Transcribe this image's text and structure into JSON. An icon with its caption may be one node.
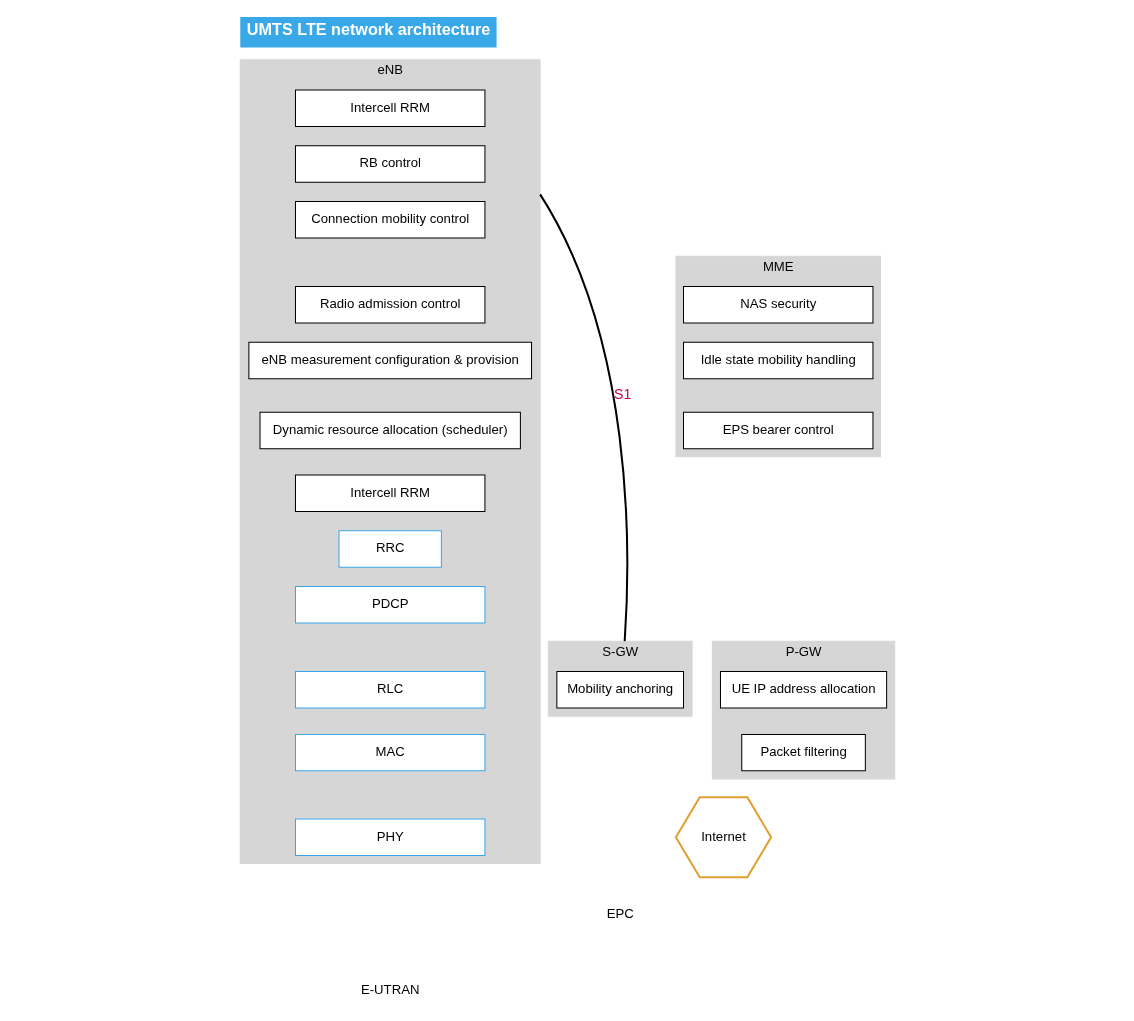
{
  "diagram": {
    "title": "UMTS LTE network architecture",
    "nodes": [
      {
        "text": [
          "eNB"
        ]
      },
      {
        "text": [
          "Intercell RRM"
        ],
        "in": 0
      },
      {
        "text": [
          "RB control"
        ],
        "in": 0
      },
      {
        "text": [
          "Connection mobility control"
        ],
        "in": 0
      },
      {
        "text": [
          "Radio admission control"
        ],
        "in": 0
      },
      {
        "text": [
          "eNB measurement configuration & provision"
        ],
        "in": 0
      },
      {
        "text": [
          "Dynamic resource allocation (scheduler)"
        ],
        "in": 0
      },
      {
        "text": [
          "Intercell RRM"
        ],
        "in": 0
      },
      {
        "text": [
          "RRC"
        ],
        "in": 0
      },
      {
        "text": [
          "PDCP"
        ],
        "in": 0
      },
      {
        "text": [
          "RLC"
        ],
        "in": 0
      },
      {
        "text": [
          "MAC"
        ],
        "in": 0
      },
      {
        "text": [
          "PHY"
        ],
        "in": 0
      },
      {
        "text": [
          "MME"
        ]
      },
      {
        "text": [
          "NAS security"
        ],
        "in": 13
      },
      {
        "text": [
          "Idle state mobility handling"
        ],
        "in": 13
      },
      {
        "text": [
          "EPS bearer control"
        ],
        "in": 13
      },
      {
        "text": [
          "S-GW"
        ]
      },
      {
        "text": [
          "Mobility anchoring"
        ],
        "in": 17
      },
      {
        "text": [
          "P-GW"
        ]
      },
      {
        "text": [
          "UE IP address allocation"
        ],
        "in": 19
      },
      {
        "text": [
          "Packet filtering"
        ],
        "in": 19
      },
      {
        "text": [
          "Internet"
        ]
      }
    ],
    "edges": [
      {
        "from": 0,
        "to": 17,
        "arrow": "none",
        "label": "S1"
      }
    ],
    "labels": [
      "E-UTRAN",
      "EPC"
    ]
  }
}
